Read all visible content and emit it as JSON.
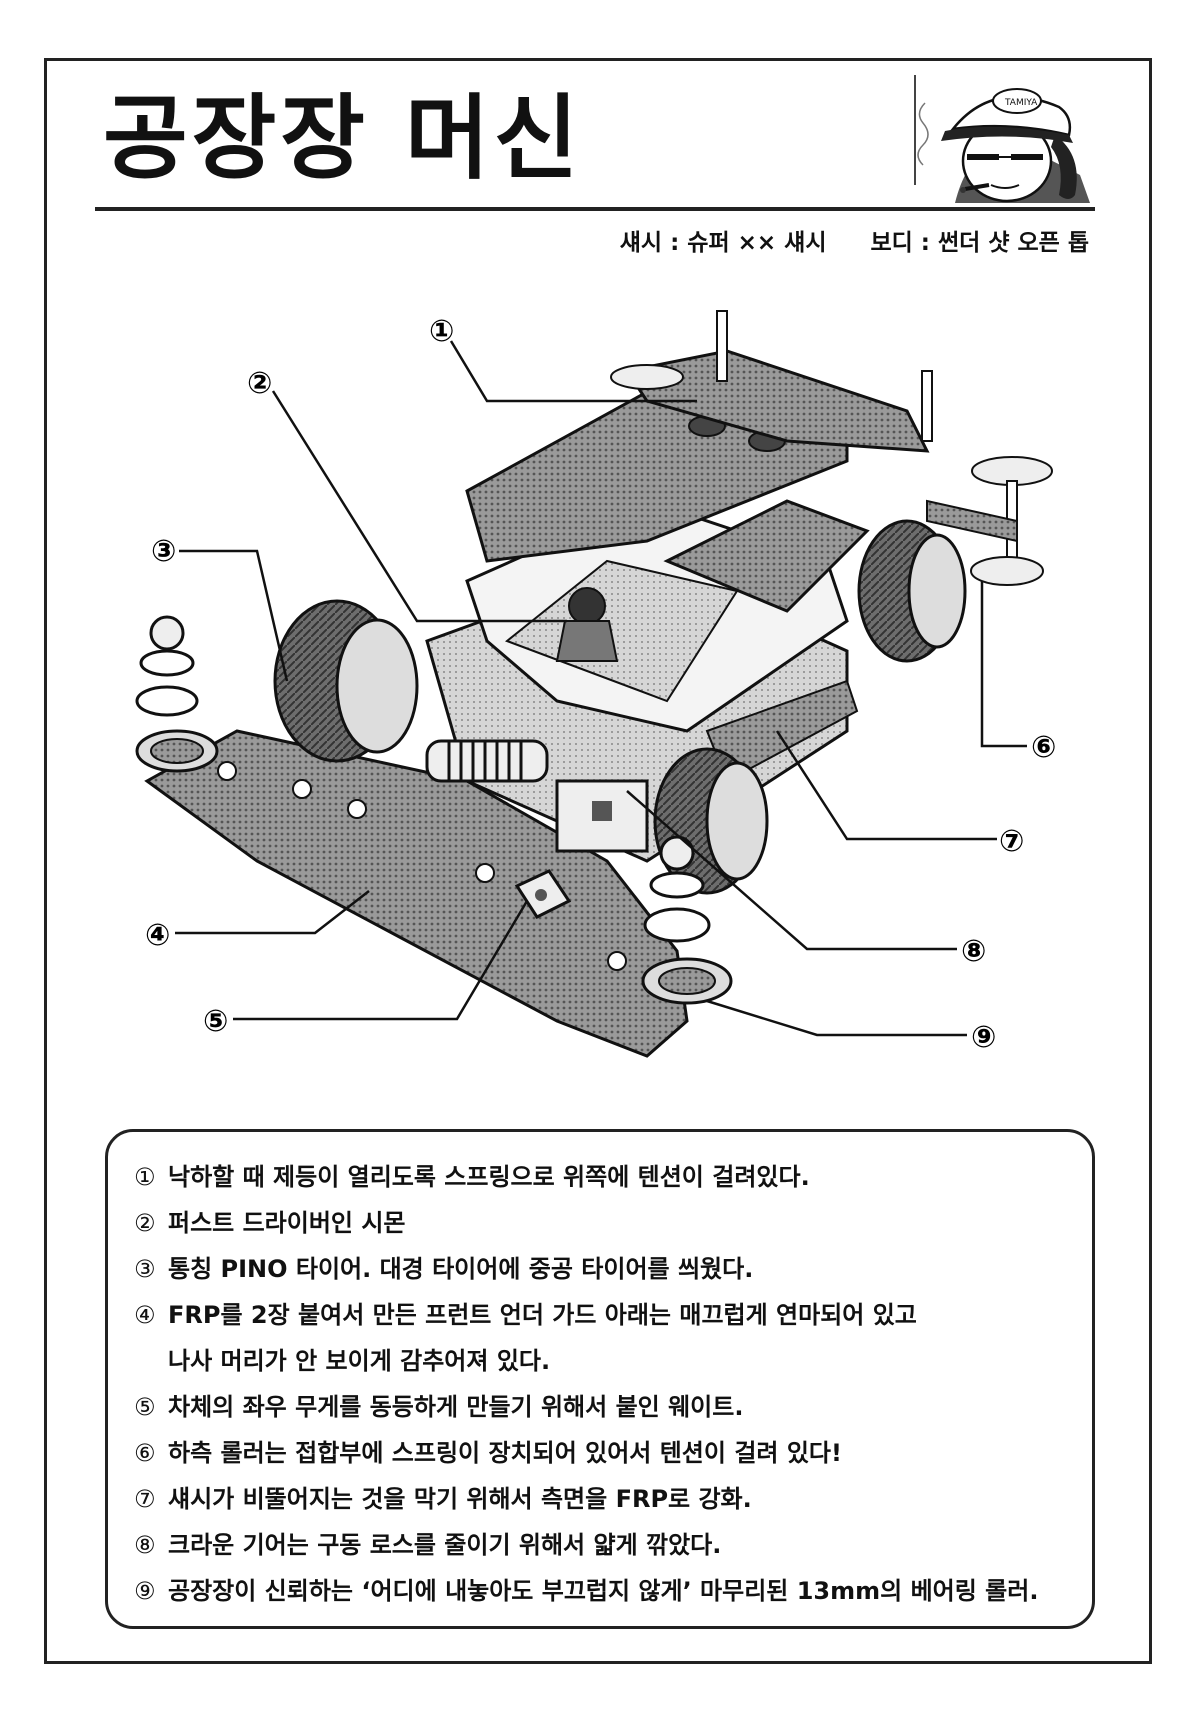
{
  "page": {
    "title": "공장장 머신",
    "spec": {
      "chassis": "섀시 : 슈퍼 ×× 섀시",
      "body": "보디 : 썬더 샷 오픈 톱"
    },
    "author_cap_text": "TAMIYA"
  },
  "callouts": [
    "①",
    "②",
    "③",
    "④",
    "⑤",
    "⑥",
    "⑦",
    "⑧",
    "⑨"
  ],
  "notes": [
    {
      "num": "①",
      "text": "낙하할 때 제등이 열리도록 스프링으로 위쪽에 텐션이 걸려있다."
    },
    {
      "num": "②",
      "text": "퍼스트 드라이버인 시몬"
    },
    {
      "num": "③",
      "text": "통칭 PINO 타이어. 대경 타이어에 중공 타이어를 씌웠다."
    },
    {
      "num": "④",
      "text": "FRP를 2장 붙여서 만든 프런트 언더 가드 아래는 매끄럽게 연마되어 있고"
    },
    {
      "num": "",
      "text": "나사 머리가 안 보이게 감추어져 있다."
    },
    {
      "num": "⑤",
      "text": "차체의 좌우 무게를 동등하게 만들기 위해서 붙인 웨이트."
    },
    {
      "num": "⑥",
      "text": "하측 롤러는 접합부에 스프링이 장치되어 있어서 텐션이 걸려 있다!"
    },
    {
      "num": "⑦",
      "text": "섀시가 비뚤어지는 것을 막기 위해서 측면을 FRP로 강화."
    },
    {
      "num": "⑧",
      "text": "크라운 기어는 구동 로스를 줄이기 위해서 얇게 깎았다."
    },
    {
      "num": "⑨",
      "text": "공장장이 신뢰하는 ‘어디에 내놓아도 부끄럽지 않게’ 마무리된 13mm의 베어링 롤러."
    }
  ]
}
